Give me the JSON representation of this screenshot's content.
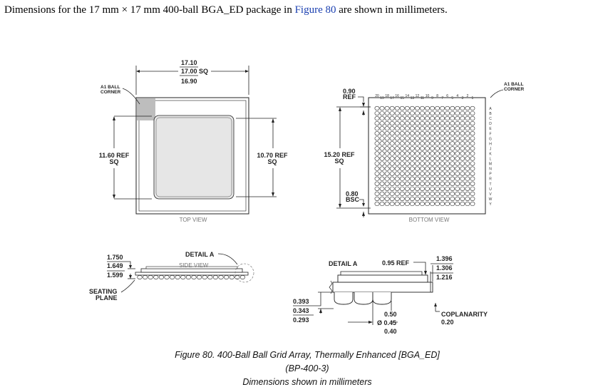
{
  "intro": {
    "before": "Dimensions for the 17 mm × 17 mm 400-ball BGA_ED package in ",
    "link": "Figure 80",
    "after": " are shown in millimeters."
  },
  "top_view": {
    "dim_width_max": "17.10",
    "dim_width_nom": "17.00 SQ",
    "dim_width_min": "16.90",
    "a1_corner_line1": "A1 BALL",
    "a1_corner_line2": "CORNER",
    "ref_left_line1": "11.60 REF",
    "ref_left_line2": "SQ",
    "ref_right_line1": "10.70 REF",
    "ref_right_line2": "SQ",
    "view_label": "TOP VIEW"
  },
  "bottom_view": {
    "ref_090_line1": "0.90",
    "ref_090_line2": "REF",
    "ref_1520_line1": "15.20 REF",
    "ref_1520_line2": "SQ",
    "bsc_line1": "0.80",
    "bsc_line2": "BSC",
    "column_numbers": [
      "20",
      "19",
      "18",
      "17",
      "16",
      "15",
      "14",
      "13",
      "12",
      "11",
      "10",
      "9",
      "8",
      "7",
      "6",
      "5",
      "4",
      "3",
      "2",
      "1"
    ],
    "row_letters": [
      "A",
      "B",
      "C",
      "D",
      "E",
      "F",
      "G",
      "H",
      "J",
      "K",
      "L",
      "M",
      "N",
      "P",
      "R",
      "T",
      "U",
      "V",
      "W",
      "Y"
    ],
    "a1_corner_line1": "A1 BALL",
    "a1_corner_line2": "CORNER",
    "view_label": "BOTTOM VIEW"
  },
  "side_view": {
    "height_max": "1.750",
    "height_nom": "1.649",
    "height_min": "1.599",
    "detail_label": "DETAIL A",
    "view_label": "SIDE VIEW",
    "seating_line1": "SEATING",
    "seating_line2": "PLANE"
  },
  "detail": {
    "title": "DETAIL A",
    "ref_095": "0.95 REF",
    "right_max": "1.396",
    "right_nom": "1.306",
    "right_min": "1.216",
    "left_max": "0.393",
    "left_nom": "0.343",
    "left_min": "0.293",
    "ball_max": "0.50",
    "ball_nom": "Ø 0.45",
    "ball_min": "0.40",
    "coplanarity_label": "COPLANARITY",
    "coplanarity_value": "0.20"
  },
  "caption": {
    "line1": "Figure 80.  400-Ball Ball Grid Array, Thermally Enhanced [BGA_ED]",
    "line2": "(BP-400-3)",
    "line3": "Dimensions shown in millimeters"
  }
}
